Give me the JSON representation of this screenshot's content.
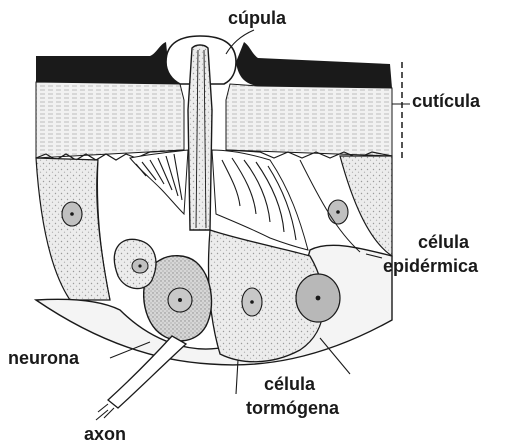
{
  "labels": {
    "cupula": "cúpula",
    "cuticula": "cutícula",
    "celula_epidermica_line1": "célula",
    "celula_epidermica_line2": "epidérmica",
    "neurona": "neurona",
    "celula_tormogena_line1": "célula",
    "celula_tormogena_line2": "tormógena",
    "axon": "axon"
  },
  "colors": {
    "ink": "#1a1a1a",
    "cuticle_fill": "#e6e6e6",
    "cell_shade": "#dcdcdc",
    "nucleus_fill": "#b8b8b8"
  }
}
